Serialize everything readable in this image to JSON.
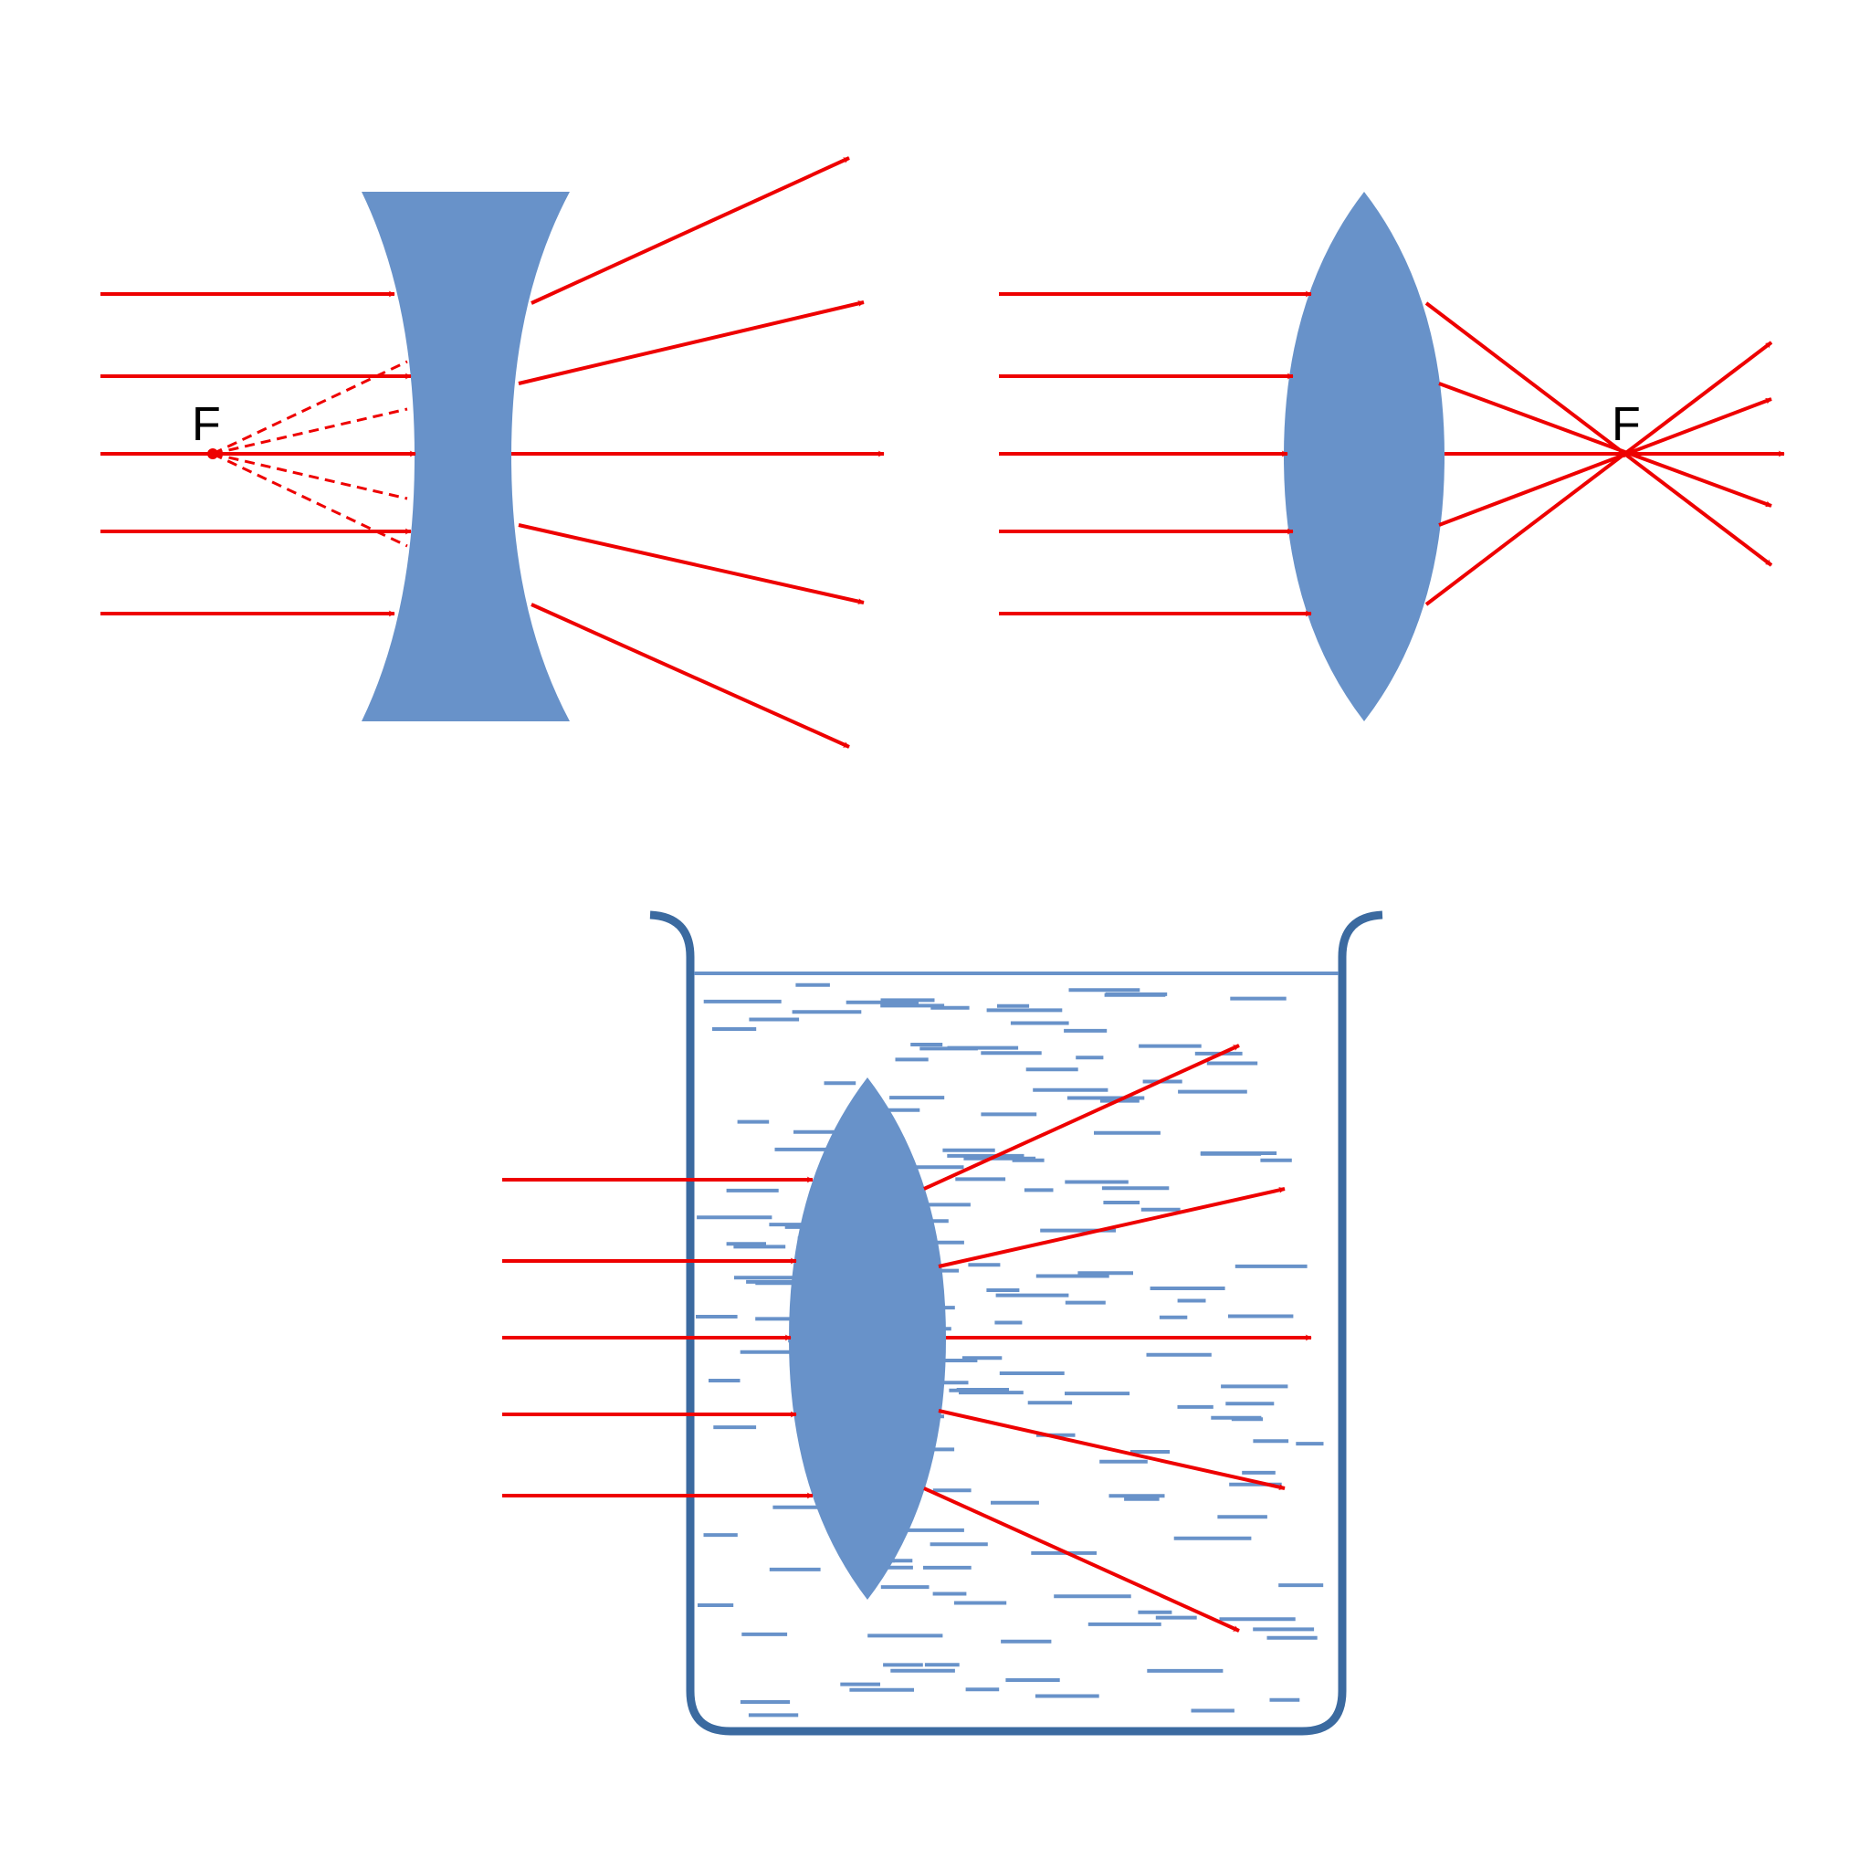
{
  "diagram": {
    "colors": {
      "ray": "#ee0000",
      "lens": "#6892c9",
      "water": "#6892c9",
      "beaker": "#3b6aa0",
      "text": "#000000",
      "background": "#ffffff"
    },
    "panels": [
      {
        "id": "diverging-lens",
        "lens_type": "concave",
        "focal_label": "F"
      },
      {
        "id": "converging-lens",
        "lens_type": "convex",
        "focal_label": "F"
      },
      {
        "id": "lens-in-water",
        "lens_type": "convex",
        "medium": "water"
      }
    ]
  }
}
